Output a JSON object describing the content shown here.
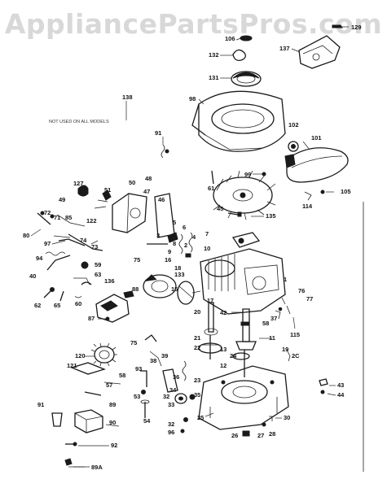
{
  "watermark": "AppliancePartsPros.com",
  "note_text": "NOT USED ON ALL MODELS",
  "callouts": [
    {
      "id": "c129",
      "text": "129"
    },
    {
      "id": "c106",
      "text": "106"
    },
    {
      "id": "c132",
      "text": "132"
    },
    {
      "id": "c137",
      "text": "137"
    },
    {
      "id": "c131",
      "text": "131"
    },
    {
      "id": "c138",
      "text": "138"
    },
    {
      "id": "c98",
      "text": "98"
    },
    {
      "id": "c91a",
      "text": "91"
    },
    {
      "id": "c102",
      "text": "102"
    },
    {
      "id": "c101",
      "text": "101"
    },
    {
      "id": "c99",
      "text": "99"
    },
    {
      "id": "c61",
      "text": "61"
    },
    {
      "id": "c105",
      "text": "105"
    },
    {
      "id": "c114",
      "text": "114"
    },
    {
      "id": "c127",
      "text": "127"
    },
    {
      "id": "c50",
      "text": "50"
    },
    {
      "id": "c48",
      "text": "48"
    },
    {
      "id": "c51",
      "text": "51"
    },
    {
      "id": "c47",
      "text": "47"
    },
    {
      "id": "c49",
      "text": "49"
    },
    {
      "id": "c46",
      "text": "46"
    },
    {
      "id": "c45",
      "text": "45"
    },
    {
      "id": "c135",
      "text": "135"
    },
    {
      "id": "c72",
      "text": "72"
    },
    {
      "id": "c71",
      "text": "71"
    },
    {
      "id": "c85",
      "text": "85"
    },
    {
      "id": "c122",
      "text": "122"
    },
    {
      "id": "c80",
      "text": "80"
    },
    {
      "id": "c97",
      "text": "97"
    },
    {
      "id": "c74",
      "text": "74"
    },
    {
      "id": "c73",
      "text": "73"
    },
    {
      "id": "c94",
      "text": "94"
    },
    {
      "id": "c5",
      "text": "5"
    },
    {
      "id": "c6",
      "text": "6"
    },
    {
      "id": "c3",
      "text": "3"
    },
    {
      "id": "c4",
      "text": "4"
    },
    {
      "id": "c8",
      "text": "8"
    },
    {
      "id": "c9",
      "text": "9"
    },
    {
      "id": "c2",
      "text": "2"
    },
    {
      "id": "c7",
      "text": "7"
    },
    {
      "id": "c10",
      "text": "10"
    },
    {
      "id": "c40",
      "text": "40"
    },
    {
      "id": "c59",
      "text": "59"
    },
    {
      "id": "c63",
      "text": "63"
    },
    {
      "id": "c136",
      "text": "136"
    },
    {
      "id": "c88",
      "text": "88"
    },
    {
      "id": "c62",
      "text": "62"
    },
    {
      "id": "c65",
      "text": "65"
    },
    {
      "id": "c60",
      "text": "60"
    },
    {
      "id": "c87",
      "text": "87"
    },
    {
      "id": "c75a",
      "text": "75"
    },
    {
      "id": "c16",
      "text": "16"
    },
    {
      "id": "c18",
      "text": "18"
    },
    {
      "id": "c15",
      "text": "15"
    },
    {
      "id": "c133",
      "text": "133"
    },
    {
      "id": "c1",
      "text": "1"
    },
    {
      "id": "c17",
      "text": "17"
    },
    {
      "id": "c42",
      "text": "42"
    },
    {
      "id": "c76",
      "text": "76"
    },
    {
      "id": "c77",
      "text": "77"
    },
    {
      "id": "c20",
      "text": "20"
    },
    {
      "id": "c58a",
      "text": "58"
    },
    {
      "id": "c37",
      "text": "37"
    },
    {
      "id": "c115",
      "text": "115"
    },
    {
      "id": "c21",
      "text": "21"
    },
    {
      "id": "c22",
      "text": "22"
    },
    {
      "id": "c11",
      "text": "11"
    },
    {
      "id": "c13",
      "text": "13"
    },
    {
      "id": "c120",
      "text": "120"
    },
    {
      "id": "c75b",
      "text": "75"
    },
    {
      "id": "c39",
      "text": "39"
    },
    {
      "id": "c38",
      "text": "38"
    },
    {
      "id": "c24",
      "text": "24"
    },
    {
      "id": "c12",
      "text": "12"
    },
    {
      "id": "c19",
      "text": "19"
    },
    {
      "id": "c2c",
      "text": "2C"
    },
    {
      "id": "c121",
      "text": "121"
    },
    {
      "id": "c93",
      "text": "93"
    },
    {
      "id": "c58b",
      "text": "58"
    },
    {
      "id": "c36",
      "text": "36"
    },
    {
      "id": "c23",
      "text": "23"
    },
    {
      "id": "c57",
      "text": "57"
    },
    {
      "id": "c53",
      "text": "53"
    },
    {
      "id": "c34",
      "text": "34"
    },
    {
      "id": "c35",
      "text": "35"
    },
    {
      "id": "c43",
      "text": "43"
    },
    {
      "id": "c44",
      "text": "44"
    },
    {
      "id": "c89",
      "text": "89"
    },
    {
      "id": "c32a",
      "text": "32"
    },
    {
      "id": "c33",
      "text": "33"
    },
    {
      "id": "c25",
      "text": "25"
    },
    {
      "id": "c91b",
      "text": "91"
    },
    {
      "id": "c54",
      "text": "54"
    },
    {
      "id": "c90",
      "text": "90"
    },
    {
      "id": "c32b",
      "text": "32"
    },
    {
      "id": "c30",
      "text": "30"
    },
    {
      "id": "c96",
      "text": "96"
    },
    {
      "id": "c26",
      "text": "26"
    },
    {
      "id": "c27",
      "text": "27"
    },
    {
      "id": "c28",
      "text": "28"
    },
    {
      "id": "c92",
      "text": "92"
    },
    {
      "id": "c89a",
      "text": "89A"
    }
  ],
  "colors": {
    "ink": "#1a1a1a",
    "watermark": "#d8d8d8",
    "background": "#ffffff"
  }
}
